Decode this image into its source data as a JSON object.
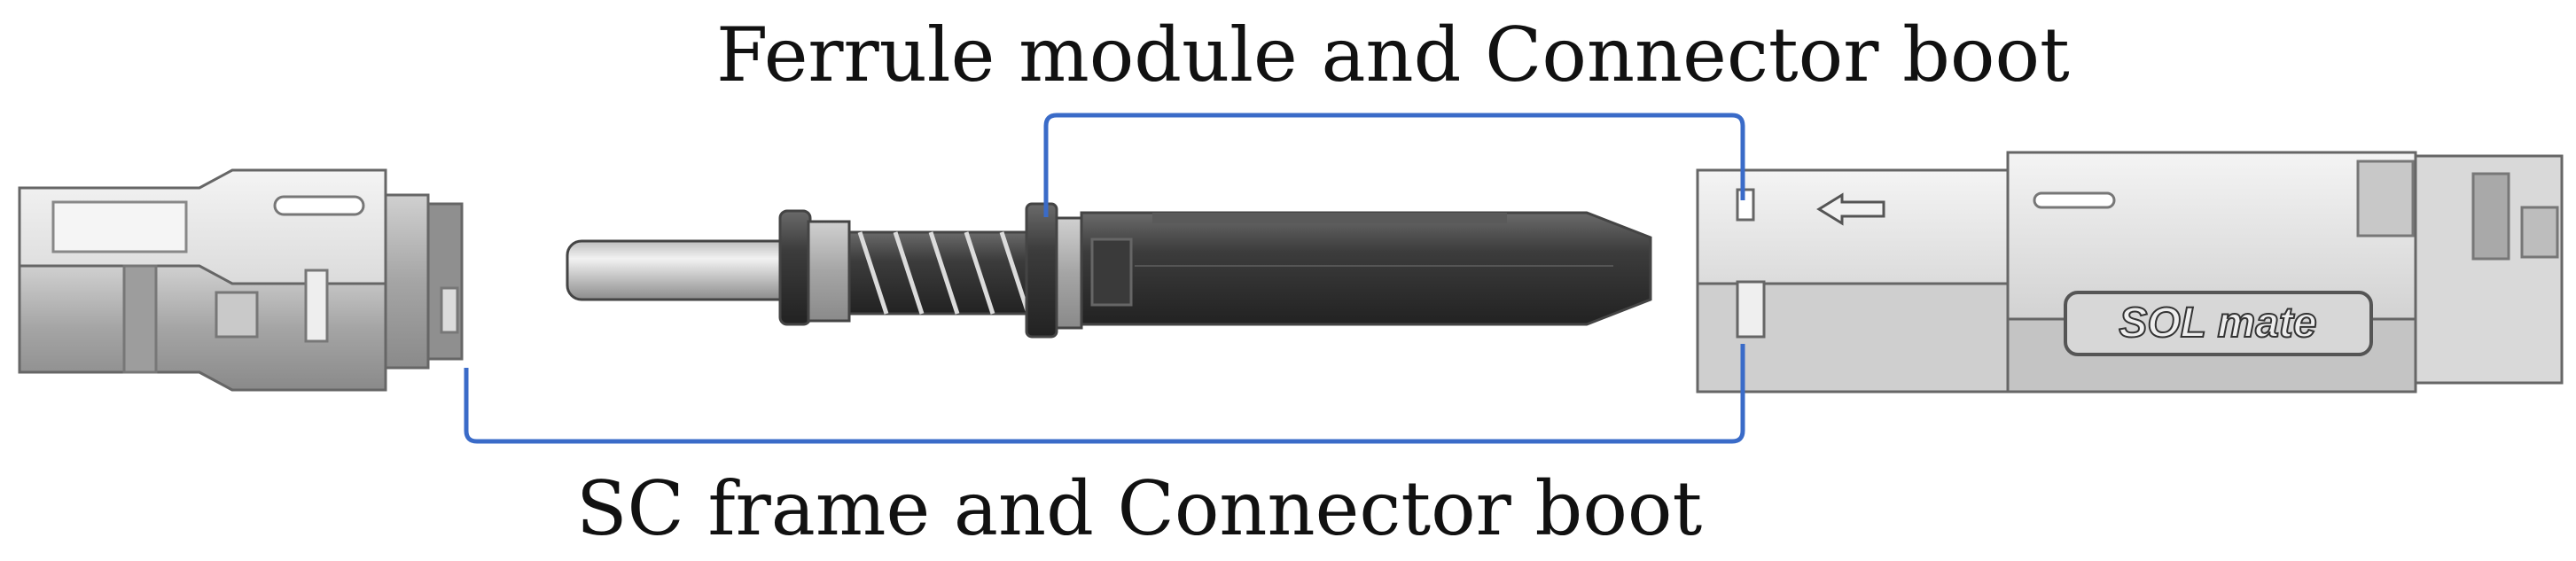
{
  "labels": {
    "top": "Ferrule module and Connector boot",
    "bottom": "SC frame and Connector boot",
    "embossed": "SOL mate"
  },
  "colors": {
    "bracket": "#3a6bc8",
    "part_light": "#e3e3e3",
    "part_mid": "#b9b9b9",
    "part_dark": "#3a3a3a",
    "outline": "#555555"
  }
}
